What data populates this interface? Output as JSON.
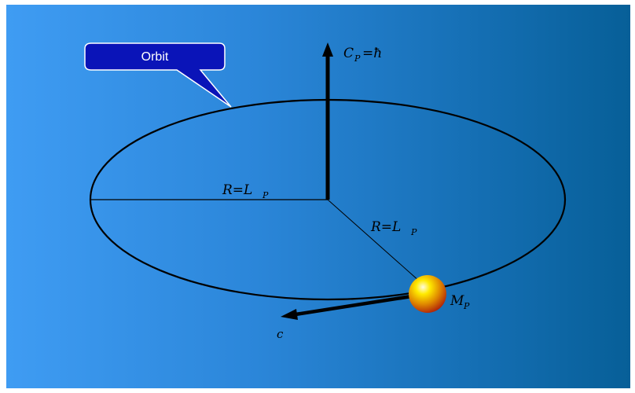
{
  "diagram": {
    "callout": {
      "label": "Orbit"
    },
    "angular_momentum": {
      "symbol": "C",
      "subscript": "P",
      "rest": "=ħ"
    },
    "radius_horizontal": {
      "main": "R=L",
      "subscript": "P"
    },
    "radius_diagonal": {
      "main": "R=L",
      "subscript": "P"
    },
    "mass": {
      "symbol": "M",
      "subscript": "P"
    },
    "velocity": {
      "symbol": "c"
    },
    "colors": {
      "background_left": "#3f9cf3",
      "background_right": "#075f98",
      "callout_fill": "#0a14b8",
      "sphere_highlight": "#ffea00",
      "sphere_shadow": "#a8140c",
      "lines": "#000000"
    }
  }
}
